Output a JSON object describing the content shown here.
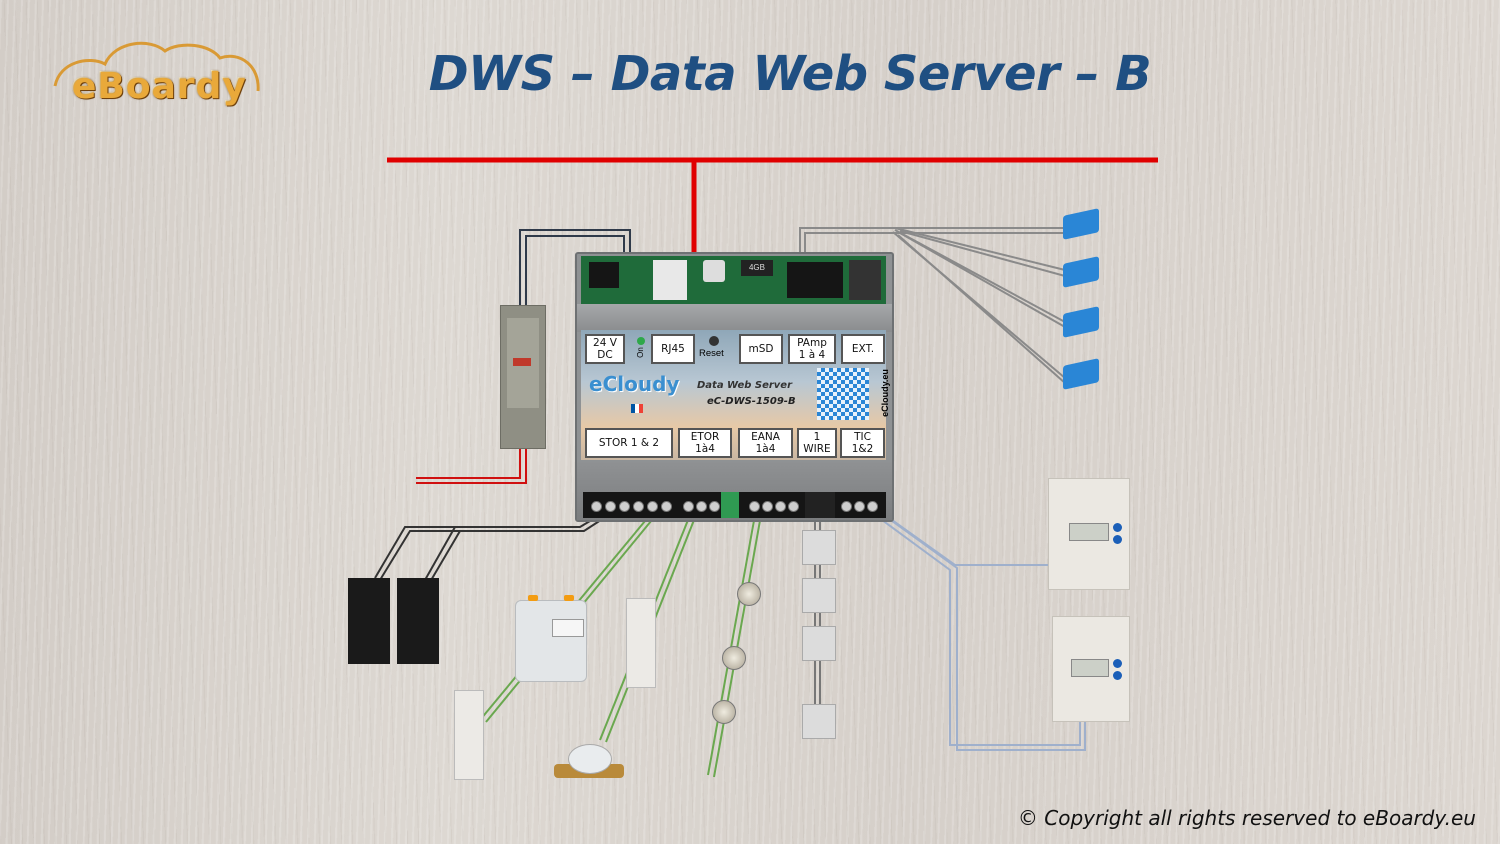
{
  "logo": {
    "text": "eBoardy"
  },
  "title": "DWS – Data Web Server – B",
  "copyright": "© Copyright all rights reserved to eBoardy.eu",
  "colors": {
    "title": "#1f4f82",
    "bus_line": "#e00000",
    "power_wire": "#d01010",
    "green_wire": "#6aa84f",
    "ct_wire": "#8a8a8a",
    "tic_wire": "#9fb0cc",
    "logo": "#e9a93a"
  },
  "module": {
    "brand": "eCloudy",
    "product_line1": "Data Web Server",
    "product_line2": "eC-DWS-1509-B",
    "side_url": "eCloudy.eu",
    "sd_chip": "4GB",
    "top_labels": [
      {
        "id": "power",
        "text": "24 V\nDC"
      },
      {
        "id": "rj45",
        "text": "RJ45"
      },
      {
        "id": "msd",
        "text": "mSD"
      },
      {
        "id": "pamp",
        "text": "PAmp\n1 à 4"
      },
      {
        "id": "ext",
        "text": "EXT."
      }
    ],
    "on_label": "On",
    "reset_label": "Reset",
    "bottom_labels": [
      {
        "id": "stor",
        "text": "STOR 1  & 2"
      },
      {
        "id": "etor",
        "text": "ETOR 1à4"
      },
      {
        "id": "eana",
        "text": "EANA 1à4"
      },
      {
        "id": "onewire",
        "text": "1\nWIRE"
      },
      {
        "id": "tic",
        "text": "TIC 1&2"
      }
    ]
  },
  "devices": {
    "power_supply": "DIN rail 24V power supply",
    "current_clamps": 4,
    "relays": 2,
    "gas_meter": 1,
    "din_energy_meters": 2,
    "water_meter": 1,
    "push_buttons": 3,
    "temperature_sensors": 4,
    "electricity_meters_tic": 2
  }
}
